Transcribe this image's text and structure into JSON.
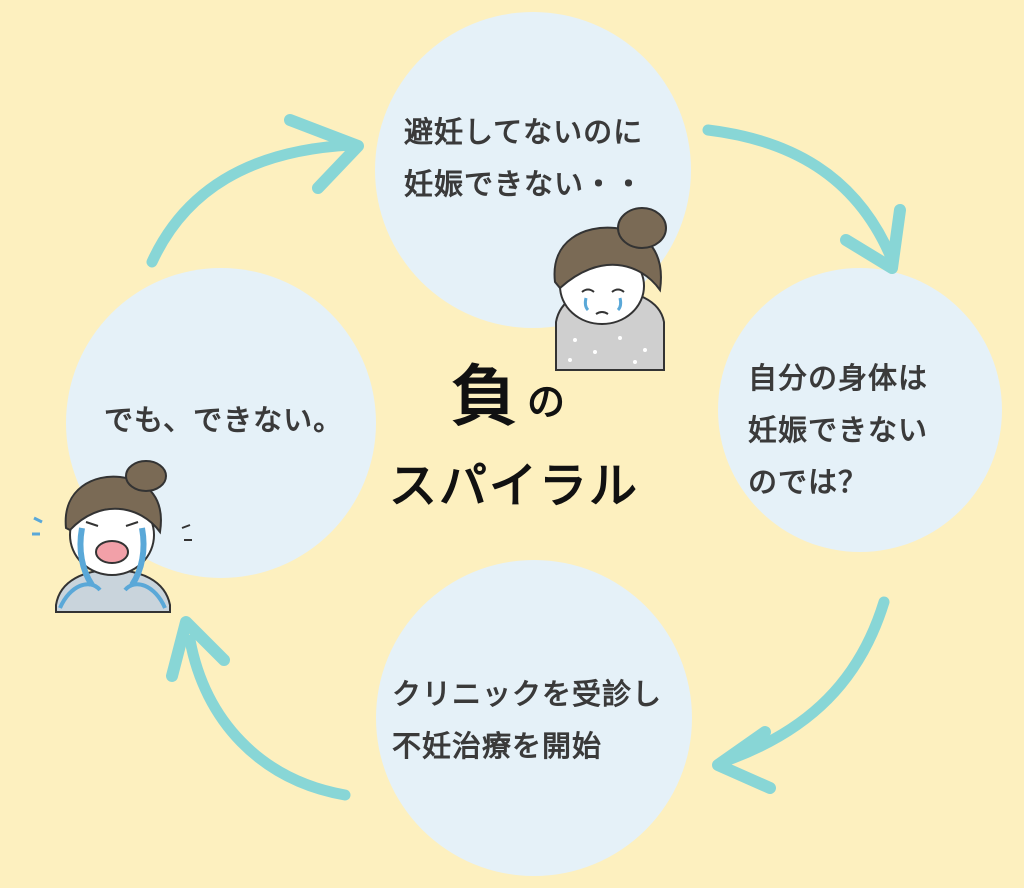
{
  "colors": {
    "background": "#fdf0bf",
    "circle": "#e5f1f8",
    "arrow": "#88d6d6",
    "text": "#3a3a3a",
    "title": "#111111"
  },
  "center": {
    "main_char": "負",
    "particle": "の",
    "subtitle": "スパイラル"
  },
  "steps": {
    "top": {
      "line1": "避妊してないのに",
      "line2": "妊娠できない・・"
    },
    "right": {
      "line1": "自分の身体は",
      "line2": "妊娠できない",
      "line3": "のでは？"
    },
    "bottom": {
      "line1": "クリニックを受診し",
      "line2": "不妊治療を開始"
    },
    "left": {
      "line1": "でも、できない。"
    }
  },
  "icons": [
    "sad-woman-icon",
    "crying-woman-icon",
    "cycle-arrow-icon"
  ]
}
